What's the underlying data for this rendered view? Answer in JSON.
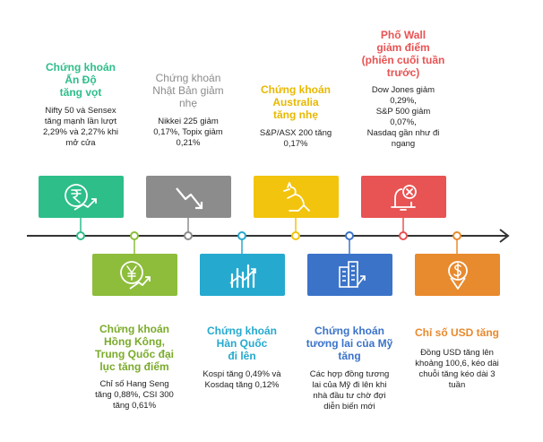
{
  "items": [
    {
      "id": "india",
      "title": "Chứng khoán\nẤn Độ\ntăng vọt",
      "desc": "Nifty 50 và Sensex\ntăng mạnh lần lượt\n2,29% và 2,27% khi\nmở cửa",
      "color": "#2dbe8a",
      "icon": "rupee-growth-icon"
    },
    {
      "id": "hongkong",
      "title": "Chứng khoán\nHồng Kông,\nTrung Quốc đại\nlục tăng điểm",
      "desc": "Chỉ số Hang Seng\ntăng 0,88%, CSI 300\ntăng 0,61%",
      "color": "#8dbd3b",
      "icon": "yen-growth-icon"
    },
    {
      "id": "japan",
      "title": "Chứng khoán\nNhật Bản giảm\nnhẹ",
      "desc": "Nikkei 225 giảm\n0,17%, Topix giảm\n0,21%",
      "color": "#8c8c8c",
      "icon": "trend-down-icon"
    },
    {
      "id": "korea",
      "title": "Chứng khoán\nHàn Quốc\nđi lên",
      "desc": "Kospi tăng 0,49% và\nKosdaq tăng 0,12%",
      "color": "#25a9cf",
      "icon": "bar-chart-up-icon"
    },
    {
      "id": "australia",
      "title": "Chứng khoán\nAustralia\ntăng nhẹ",
      "desc": "S&P/ASX 200 tăng\n0,17%",
      "color": "#f2c40e",
      "icon": "kangaroo-icon"
    },
    {
      "id": "usfutures",
      "title": "Chứng khoán\ntương lai của Mỹ\ntăng",
      "desc": "Các hợp đồng tương\nlai của Mỹ đi lên khi\nnhà đầu tư chờ đợi\ndiễn biến mới",
      "color": "#3b73c9",
      "icon": "buildings-icon"
    },
    {
      "id": "wallstreet",
      "title": "Phố Wall\ngiảm điểm\n(phiên cuối tuần\ntrước)",
      "desc": "Dow Jones giảm\n0,29%,\nS&P 500 giảm\n0,07%,\nNasdaq gần như đi\nngang",
      "color": "#e85353",
      "icon": "bell-alert-icon"
    },
    {
      "id": "usd",
      "title": "Chỉ số USD tăng",
      "desc": "Đồng USD tăng lên\nkhoảng 100,6, kéo dài\nchuỗi tăng kéo dài 3\ntuần",
      "color": "#e88a2e",
      "icon": "dollar-badge-icon"
    }
  ]
}
